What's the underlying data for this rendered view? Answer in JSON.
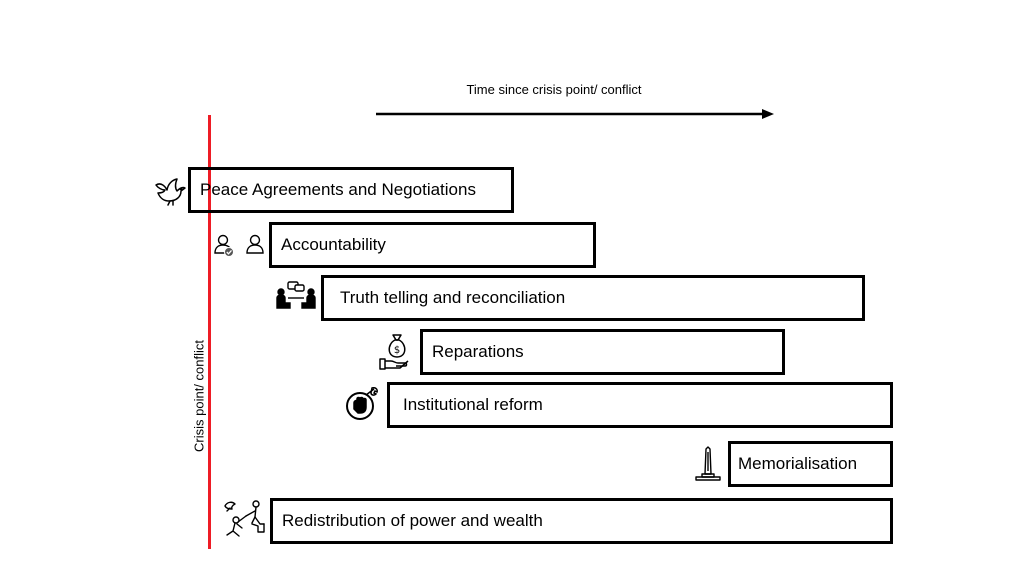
{
  "time_axis": {
    "label": "Time since crisis point/ conflict"
  },
  "crisis_line": {
    "label": "Crisis point/ conflict",
    "color": "#ee1c25"
  },
  "bars": [
    {
      "label": "Peace Agreements and Negotiations",
      "icon": "dove-icon"
    },
    {
      "label": "Accountability",
      "icon": "people-check-icon"
    },
    {
      "label": "Truth telling and reconciliation",
      "icon": "dialogue-icon"
    },
    {
      "label": "Reparations",
      "icon": "money-bag-hand-icon"
    },
    {
      "label": "Institutional reform",
      "icon": "fist-wrench-icon"
    },
    {
      "label": "Memorialisation",
      "icon": "monument-icon"
    },
    {
      "label": "Redistribution of power and wealth",
      "icon": "helping-hand-icon"
    }
  ]
}
